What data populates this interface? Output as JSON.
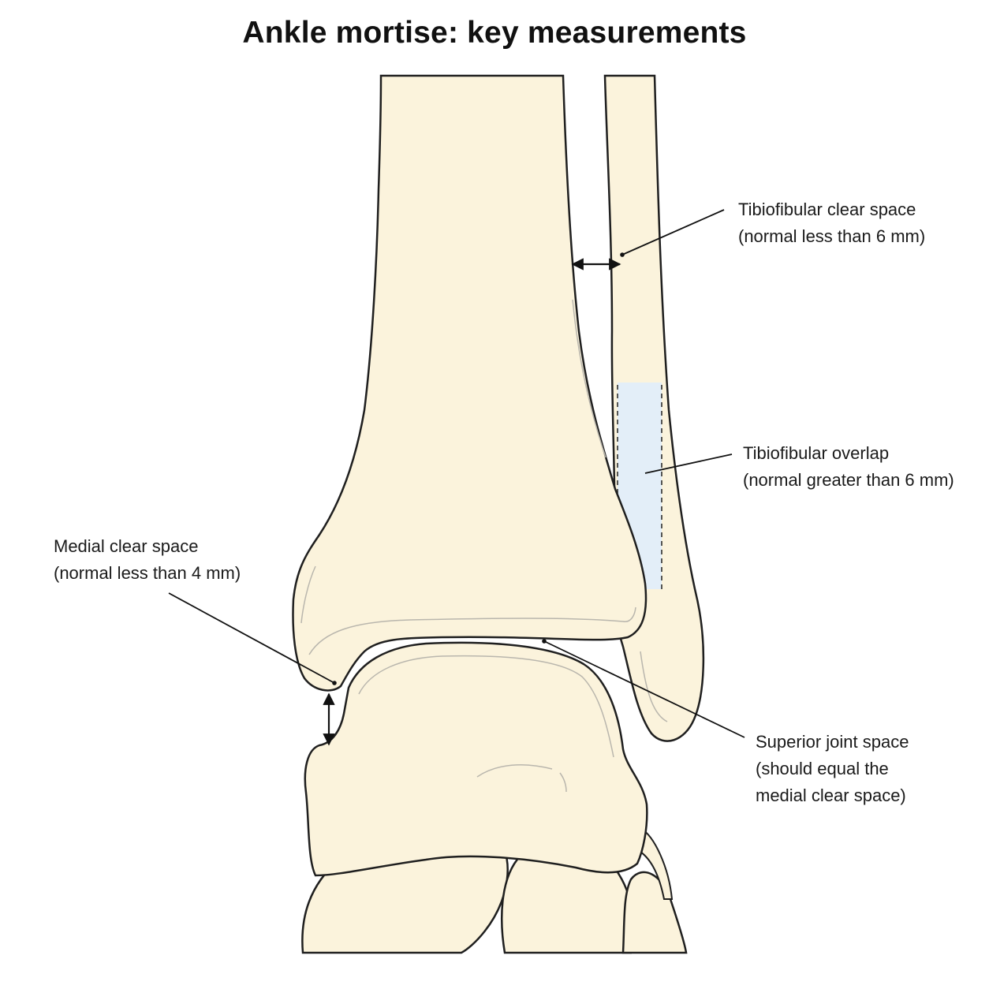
{
  "title": "Ankle mortise: key measurements",
  "colors": {
    "bone_fill": "#fbf3dc",
    "bone_outline": "#1f1f1f",
    "inner_contour": "#b9b6ad",
    "overlap_shade": "#e3eef8",
    "leader": "#111111",
    "background": "#ffffff"
  },
  "annotations": {
    "tibiofibular_clear_space": {
      "name": "Tibiofibular clear space",
      "note": "(normal less than 6 mm)"
    },
    "tibiofibular_overlap": {
      "name": "Tibiofibular overlap",
      "note": "(normal greater than 6 mm)"
    },
    "medial_clear_space": {
      "name": "Medial clear space",
      "note": "(normal less than 4 mm)"
    },
    "superior_joint_space": {
      "name": "Superior joint space",
      "note_line1": "(should equal the",
      "note_line2": "medial clear space)"
    }
  }
}
